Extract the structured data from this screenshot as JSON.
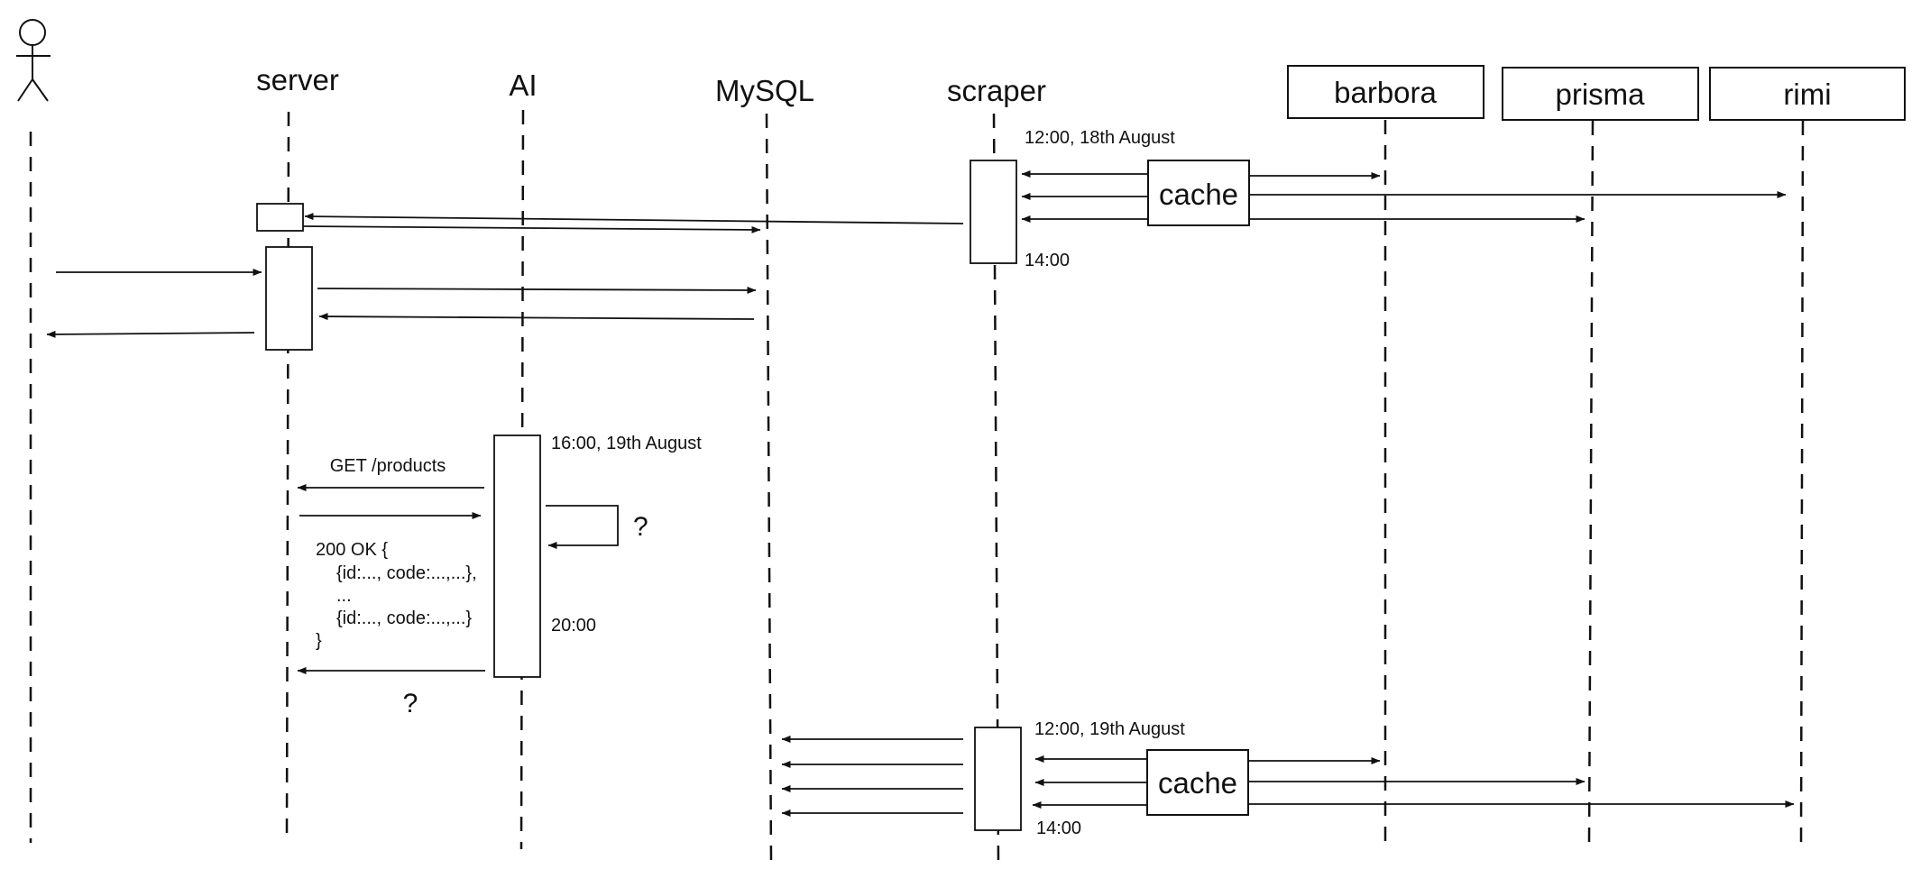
{
  "participants": {
    "actor": "",
    "server": "server",
    "ai": "AI",
    "mysql": "MySQL",
    "scraper": "scraper",
    "barbora": "barbora",
    "prisma": "prisma",
    "rimi": "rimi"
  },
  "scrape_1": {
    "start": "12:00, 18th August",
    "end": "14:00",
    "cache": "cache"
  },
  "ai_block": {
    "start": "16:00, 19th August",
    "end": "20:00",
    "request": "GET /products",
    "self_call": "?",
    "response_lines": [
      "200 OK {",
      "{id:..., code:...,...},",
      "...",
      "{id:..., code:...,...}",
      "}"
    ],
    "result": "?"
  },
  "scrape_2": {
    "start": "12:00, 19th August",
    "end": "14:00",
    "cache": "cache"
  }
}
